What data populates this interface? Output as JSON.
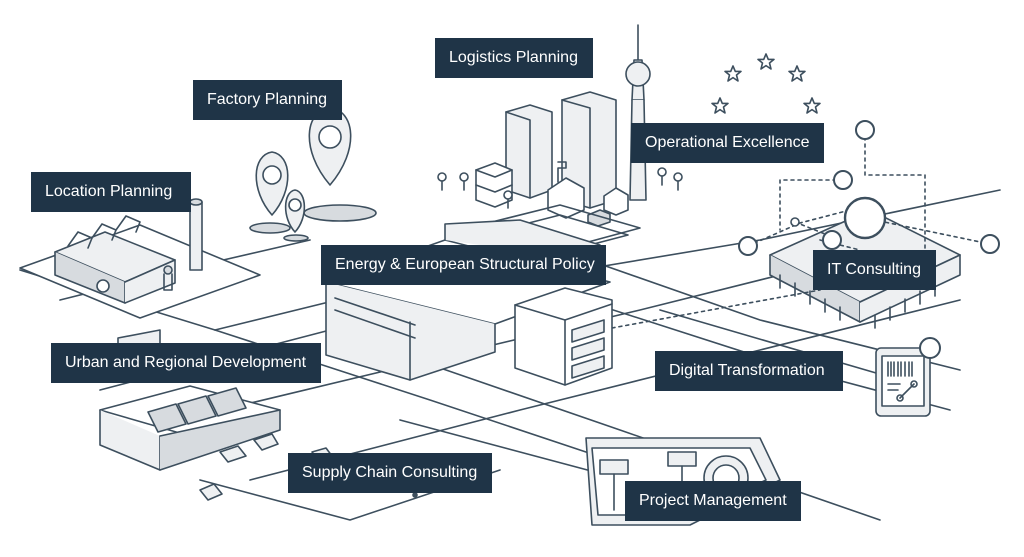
{
  "palette": {
    "label_bg": "#1f3447",
    "label_text": "#ffffff",
    "line": "#3d4f5e",
    "fill_light": "#eef0f2",
    "fill_mid": "#d7dbdf",
    "background": "#ffffff"
  },
  "labels": {
    "logistics_planning": "Logistics Planning",
    "factory_planning": "Factory Planning",
    "operational_excellence": "Operational Excellence",
    "location_planning": "Location Planning",
    "energy_policy": "Energy & European Structural Policy",
    "it_consulting": "IT Consulting",
    "urban_development": "Urban and Regional Development",
    "digital_transformation": "Digital Transformation",
    "supply_chain": "Supply Chain Consulting",
    "project_management": "Project Management"
  },
  "icons": {
    "stars": "eu-stars-icon",
    "tower": "tv-tower-icon",
    "pins": "map-pin-icon",
    "chip": "microchip-icon",
    "tablet": "tablet-barcode-icon",
    "gauge": "gauge-icon"
  }
}
